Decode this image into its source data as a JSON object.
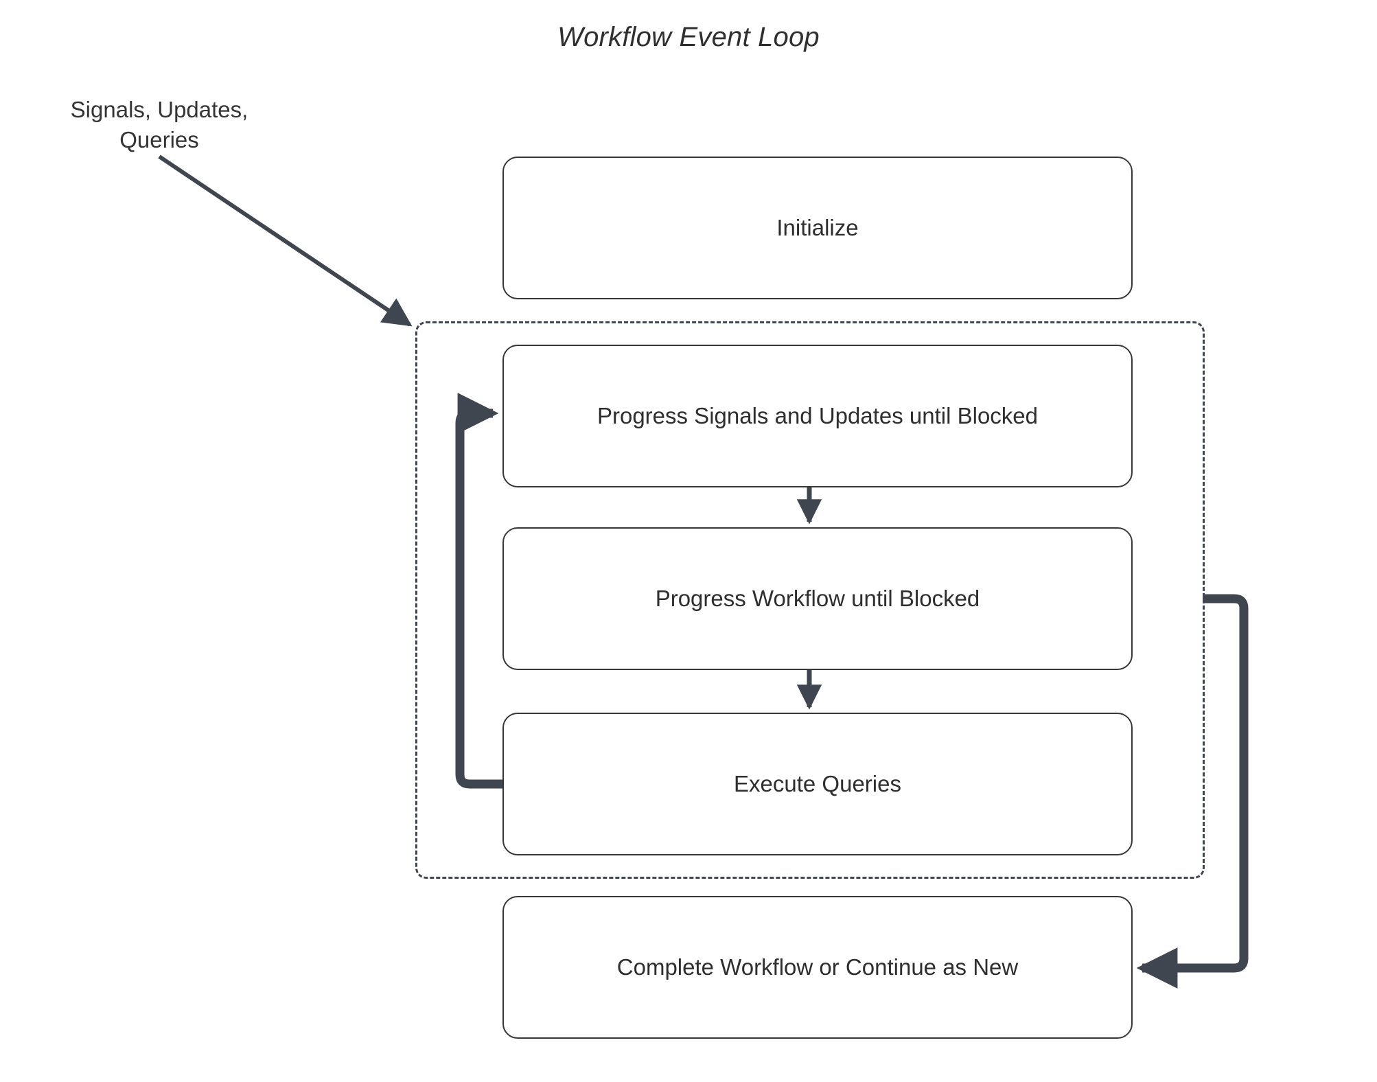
{
  "diagram": {
    "title": "Workflow Event Loop",
    "external_input_label": "Signals, Updates,\nQueries",
    "colors": {
      "edge": "#3f4650",
      "node_border": "#373737",
      "node_fill": "#ffffff",
      "text": "#2e2e2e",
      "background": "#ffffff"
    },
    "nodes": [
      {
        "id": "initialize",
        "label": "Initialize"
      },
      {
        "id": "progress_su",
        "label": "Progress Signals and Updates until Blocked"
      },
      {
        "id": "progress_wf",
        "label": "Progress Workflow until Blocked"
      },
      {
        "id": "execute_q",
        "label": "Execute Queries"
      },
      {
        "id": "complete",
        "label": "Complete Workflow or Continue as New"
      }
    ],
    "loop_region": {
      "label": "",
      "style": "dashed"
    },
    "edges": [
      {
        "from": "external_input",
        "to": "loop_region",
        "label": "",
        "style": "solid-diagonal-arrow"
      },
      {
        "from": "progress_su",
        "to": "progress_wf",
        "label": "",
        "style": "solid-down-arrow"
      },
      {
        "from": "progress_wf",
        "to": "execute_q",
        "label": "",
        "style": "solid-down-arrow"
      },
      {
        "from": "execute_q",
        "to": "progress_su",
        "label": "",
        "style": "thick-left-loop-arrow"
      },
      {
        "from": "loop_region",
        "to": "complete",
        "label": "",
        "style": "thick-right-loop-arrow"
      }
    ]
  }
}
